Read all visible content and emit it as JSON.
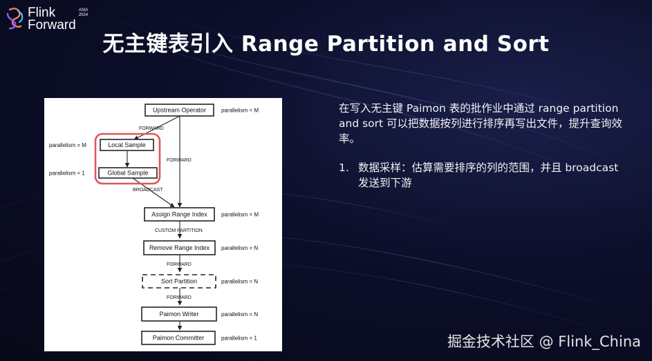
{
  "brand": {
    "line1": "Flink",
    "line2": "Forward",
    "badge_region": "ASIA",
    "badge_year": "2024"
  },
  "slide": {
    "title": "无主键表引入 Range Partition and Sort"
  },
  "diagram": {
    "nodes": [
      {
        "id": "upstream",
        "label": "Upstream Operator",
        "parallelism": "parallelism = M",
        "dashed": false
      },
      {
        "id": "local_sample",
        "label": "Local Sample",
        "parallelism": "parallelism = M",
        "dashed": false
      },
      {
        "id": "global_sample",
        "label": "Global Sample",
        "parallelism": "parallelism = 1",
        "dashed": false
      },
      {
        "id": "assign",
        "label": "Assign Range Index",
        "parallelism": "parallelism = M",
        "dashed": false
      },
      {
        "id": "remove",
        "label": "Remove Range Index",
        "parallelism": "parallelism = N",
        "dashed": false
      },
      {
        "id": "sort",
        "label": "Sort Partition",
        "parallelism": "parallelism = N",
        "dashed": true
      },
      {
        "id": "writer",
        "label": "Paimon Writer",
        "parallelism": "parallelism = N",
        "dashed": false
      },
      {
        "id": "committer",
        "label": "Paimon Committer",
        "parallelism": "parallelism = 1",
        "dashed": false
      }
    ],
    "edges": [
      {
        "id": "e_up_local",
        "label": "FORWARD"
      },
      {
        "id": "e_up_assign",
        "label": "FORWARD"
      },
      {
        "id": "e_local_global",
        "label": ""
      },
      {
        "id": "e_global_assign",
        "label": "BROADCAST"
      },
      {
        "id": "e_assign_remove",
        "label": "CUSTOM PARTITION"
      },
      {
        "id": "e_remove_sort",
        "label": "FORWARD"
      },
      {
        "id": "e_sort_writer",
        "label": "FORWARD"
      },
      {
        "id": "e_writer_committer",
        "label": ""
      }
    ],
    "highlight_color": "#e05555"
  },
  "description": {
    "paragraph": "在写入无主键 Paimon 表的批作业中通过 range partition and sort 可以把数据按列进行排序再写出文件，提升查询效率。",
    "items": [
      {
        "number": "1.",
        "text": "数据采样：估算需要排序的列的范围，并且 broadcast 发送到下游"
      }
    ]
  },
  "watermark": "掘金技术社区 @ Flink_China"
}
